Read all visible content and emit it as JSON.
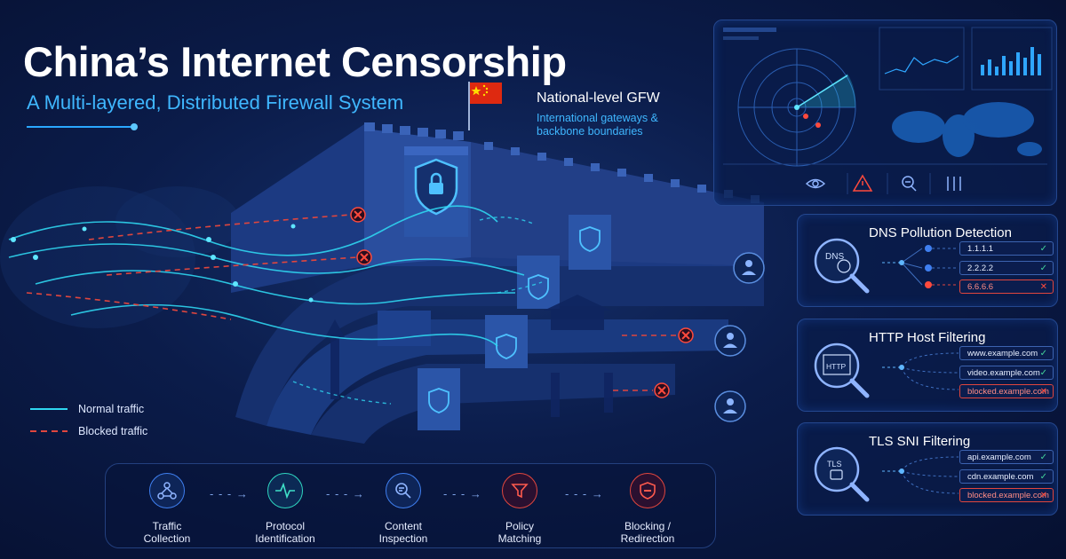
{
  "header": {
    "title": "China’s Internet Censorship",
    "subtitle": "A Multi-layered, Distributed Firewall System"
  },
  "gfw": {
    "title": "National-level GFW",
    "subtitle": "International gateways & backbone boundaries"
  },
  "legend": {
    "normal": "Normal traffic",
    "blocked": "Blocked traffic"
  },
  "panels": {
    "dns": {
      "title": "DNS Pollution Detection",
      "icon_label": "DNS",
      "rows": [
        {
          "text": "1.1.1.1",
          "status": "allowed"
        },
        {
          "text": "2.2.2.2",
          "status": "allowed"
        },
        {
          "text": "6.6.6.6",
          "status": "blocked"
        }
      ]
    },
    "http": {
      "title": "HTTP Host Filtering",
      "icon_label": "HTTP",
      "rows": [
        {
          "text": "www.example.com",
          "status": "allowed"
        },
        {
          "text": "video.example.com",
          "status": "allowed"
        },
        {
          "text": "blocked.example.com",
          "status": "blocked"
        }
      ]
    },
    "tls": {
      "title": "TLS SNI Filtering",
      "icon_label": "TLS",
      "rows": [
        {
          "text": "api.example.com",
          "status": "allowed"
        },
        {
          "text": "cdn.example.com",
          "status": "allowed"
        },
        {
          "text": "blocked.example.com",
          "status": "blocked"
        }
      ]
    }
  },
  "pipeline": [
    {
      "line1": "Traffic",
      "line2": "Collection",
      "icon": "network-icon"
    },
    {
      "line1": "Protocol",
      "line2": "Identification",
      "icon": "pulse-icon"
    },
    {
      "line1": "Content",
      "line2": "Inspection",
      "icon": "magnifier-doc-icon"
    },
    {
      "line1": "Policy",
      "line2": "Matching",
      "icon": "filter-icon"
    },
    {
      "line1": "Blocking /",
      "line2": "Redirection",
      "icon": "shield-block-icon"
    }
  ],
  "colors": {
    "accent": "#3fb7ff",
    "normal_traffic": "#2fd6f0",
    "blocked_traffic": "#e0463e",
    "ok": "#43d39a",
    "background": "#0b1c4a"
  }
}
